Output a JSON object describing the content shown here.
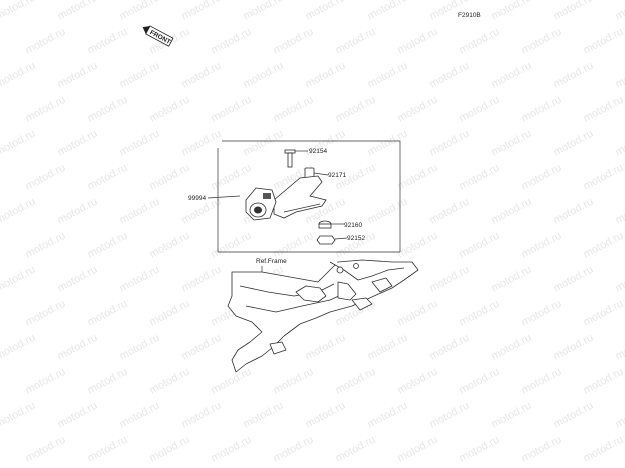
{
  "figure_code": "F2910B",
  "front_badge": "FRONT",
  "watermark_text": "motod.ru",
  "reference_label": "Ref.Frame",
  "parts": {
    "kit": "99994",
    "bolt": "92154",
    "spacer": "92171",
    "collar": "92160",
    "nut": "92152"
  }
}
